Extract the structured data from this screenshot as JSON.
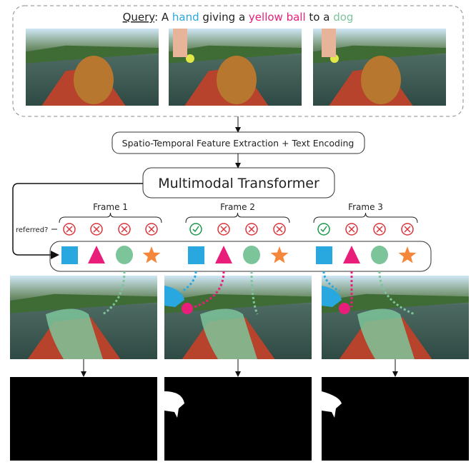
{
  "query": {
    "label": "Query",
    "parts": [
      {
        "text": ": A ",
        "color": "#222222"
      },
      {
        "text": "hand",
        "color": "#29a8e0"
      },
      {
        "text": " giving a ",
        "color": "#222222"
      },
      {
        "text": "yellow ball",
        "color": "#e91e7a"
      },
      {
        "text": " to a ",
        "color": "#222222"
      },
      {
        "text": "dog",
        "color": "#7cc49a"
      }
    ]
  },
  "feature_box": "Spatio-Temporal Feature Extraction + Text Encoding",
  "transformer_box": "Multimodal Transformer",
  "referred_label": "referred?",
  "frames": [
    {
      "label": "Frame 1",
      "referred": [
        false,
        false,
        false,
        false
      ]
    },
    {
      "label": "Frame 2",
      "referred": [
        true,
        false,
        false,
        false
      ]
    },
    {
      "label": "Frame 3",
      "referred": [
        true,
        false,
        false,
        false
      ]
    }
  ],
  "colors": {
    "square": "#29a8e0",
    "triangle": "#e91e7a",
    "circle": "#7cc49a",
    "star": "#f5873a",
    "check": "#1a9a4a",
    "cross": "#d9343b"
  }
}
